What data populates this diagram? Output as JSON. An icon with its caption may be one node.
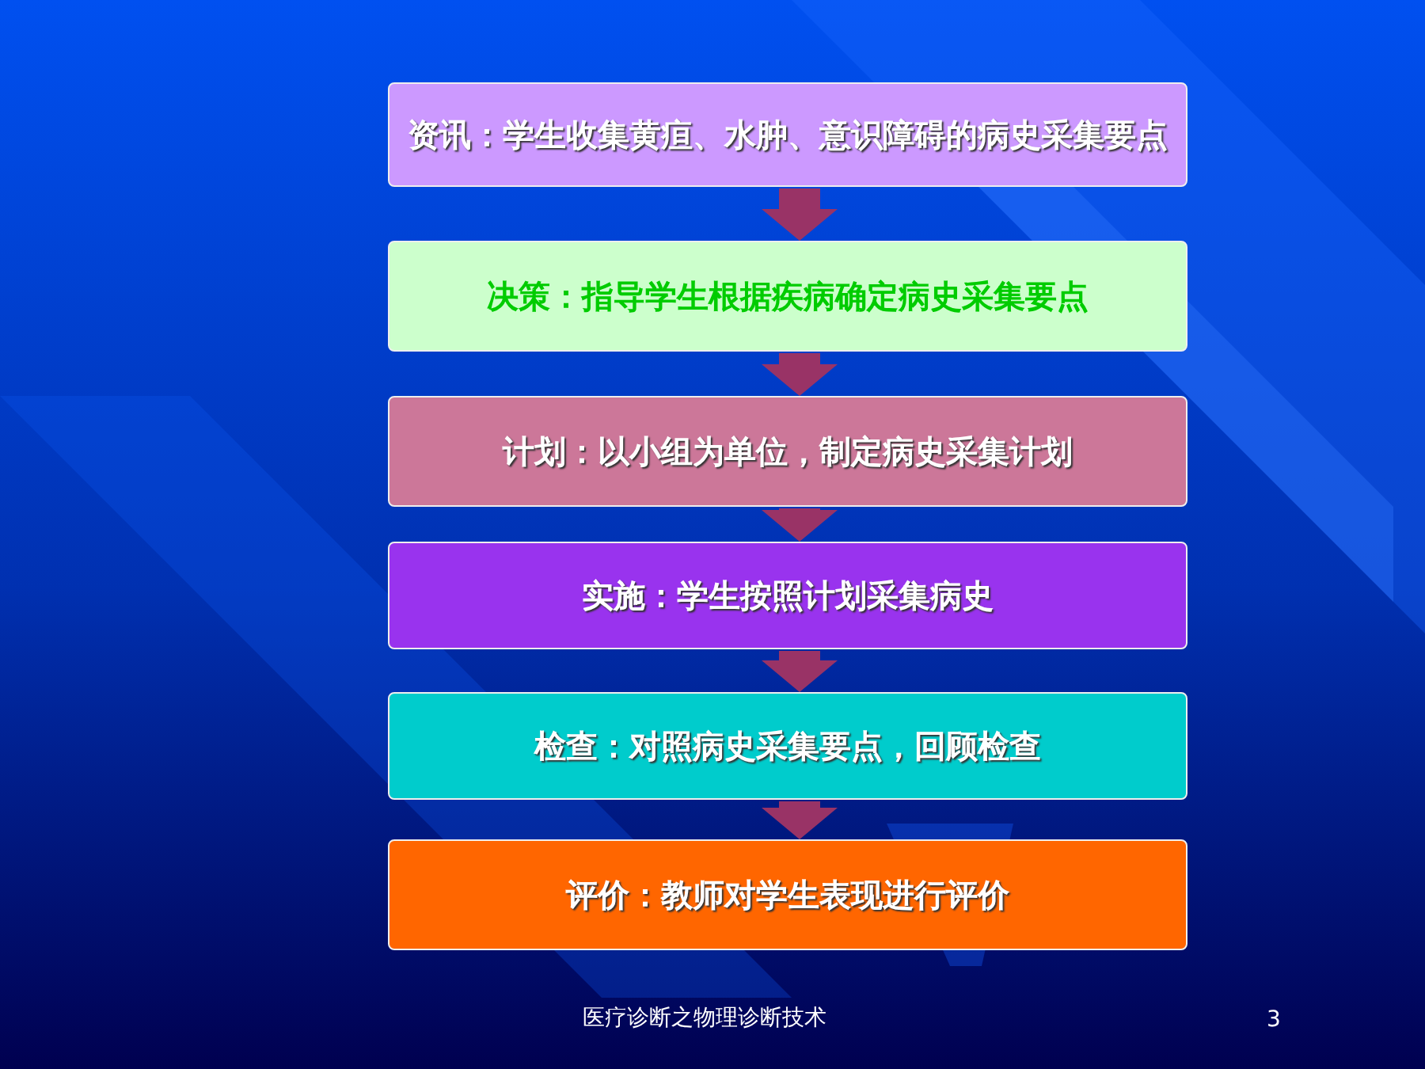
{
  "diagram": {
    "nodes": [
      {
        "text": [
          "资讯：学生收集黄疸、水肿、意识障碍的病史采集要点"
        ]
      },
      {
        "text": [
          "决策：指导学生根据疾病确定病史采集要点"
        ]
      },
      {
        "text": [
          "计划：以小组为单位，制定病史采集计划"
        ]
      },
      {
        "text": [
          "实施：学生按照计划采集病史"
        ]
      },
      {
        "text": [
          "检查：对照病史采集要点，回顾检查"
        ]
      },
      {
        "text": [
          "评价：教师对学生表现进行评价"
        ]
      }
    ],
    "edges": [
      {
        "from": 0,
        "to": 1,
        "arrow": "to"
      },
      {
        "from": 1,
        "to": 2,
        "arrow": "to"
      },
      {
        "from": 2,
        "to": 3,
        "arrow": "to"
      },
      {
        "from": 3,
        "to": 4,
        "arrow": "to"
      },
      {
        "from": 4,
        "to": 5,
        "arrow": "to"
      }
    ],
    "labels": [
      "医疗诊断之物理诊断技术",
      "3"
    ]
  }
}
